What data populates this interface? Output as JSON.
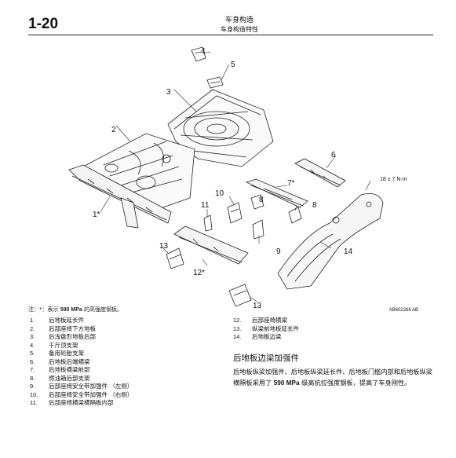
{
  "header": {
    "page_number": "1-20",
    "title": "车身构造",
    "subtitle": "车身构造特性"
  },
  "figure": {
    "callouts": [
      "4",
      "5",
      "3",
      "2",
      "6",
      "7*",
      "18 ± 7 N·m",
      "1*",
      "10",
      "11",
      "8",
      "8",
      "13",
      "9",
      "14",
      "12*",
      "13"
    ],
    "figure_id": "AB602268 AB"
  },
  "note": {
    "text_before": "注：*：表示 ",
    "strength": "590 MPa",
    "text_after": " 的高强度钢板。"
  },
  "parts_left": [
    {
      "n": "1.",
      "label": "后地板延长件"
    },
    {
      "n": "2.",
      "label": "后部座椅下方地板"
    },
    {
      "n": "3.",
      "label": "后浅盘形地板后部"
    },
    {
      "n": "4.",
      "label": "千斤顶支架"
    },
    {
      "n": "5.",
      "label": "备用轮胎支架"
    },
    {
      "n": "6.",
      "label": "后地板后端横梁"
    },
    {
      "n": "7.",
      "label": "后地板横梁前部"
    },
    {
      "n": "8.",
      "label": "燃油箱后部支架"
    },
    {
      "n": "9.",
      "label": "后部座椅安全带加强件 （左侧）"
    },
    {
      "n": "10.",
      "label": "后部座椅安全带加强件 （右侧）"
    },
    {
      "n": "11.",
      "label": "后部座椅横梁横隔板内部"
    }
  ],
  "parts_right": [
    {
      "n": "12.",
      "label": "后部座椅横梁"
    },
    {
      "n": "13.",
      "label": "纵梁前地板延长件"
    },
    {
      "n": "14.",
      "label": "后地板边梁"
    }
  ],
  "section": {
    "title": "后地板边梁加强件",
    "body_before": "后地板纵梁加强件、后地板纵梁延长件、后地板门槛内部和后地板纵梁横隔板采用了 ",
    "strength": "590 MPa",
    "body_after": " 级高抗拉强度钢板，提高了车身刚性。"
  }
}
